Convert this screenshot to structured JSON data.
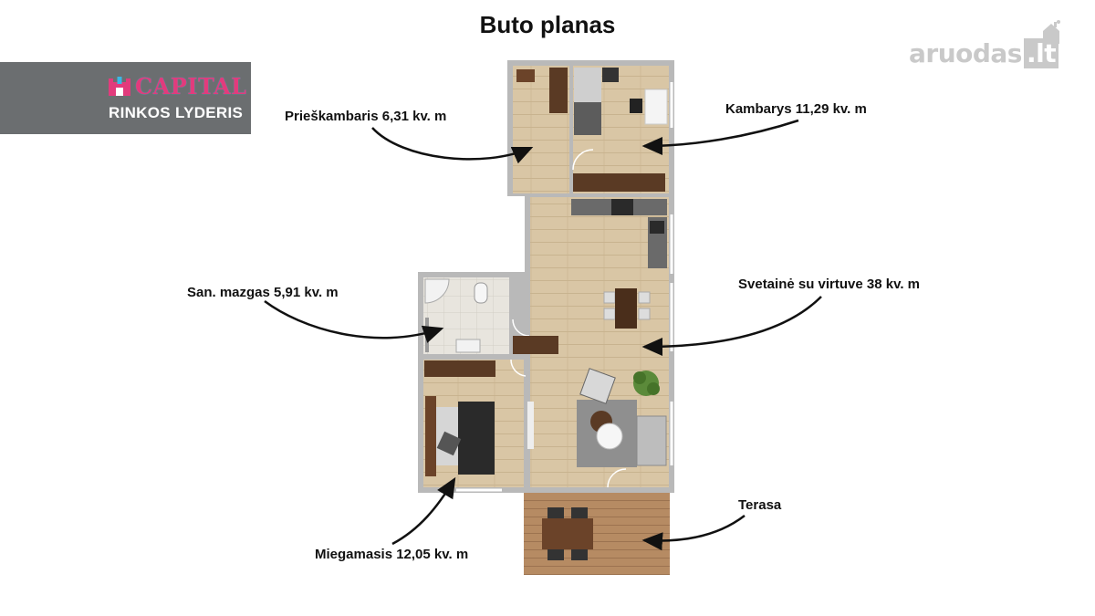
{
  "title": "Buto planas",
  "brand": {
    "name": "CAPITAL",
    "tagline": "RINKOS LYDERIS",
    "accent_color": "#e23b7c",
    "background_color": "#6b6e70"
  },
  "watermark": {
    "text": "aruodas",
    "tld": ".lt"
  },
  "rooms": [
    {
      "id": "hallway",
      "label": "Prieškambaris 6,31 kv. m"
    },
    {
      "id": "room",
      "label": "Kambarys 11,29 kv. m"
    },
    {
      "id": "bathroom",
      "label": "San. mazgas 5,91 kv. m"
    },
    {
      "id": "living",
      "label": "Svetainė su virtuve 38 kv. m"
    },
    {
      "id": "terrace",
      "label": "Terasa"
    },
    {
      "id": "bedroom",
      "label": "Miegamasis 12,05 kv. m"
    }
  ],
  "colors": {
    "floor": "#d8c5a6",
    "tile": "#e6e3dc",
    "wall": "#b4b4b4",
    "deck": "#b58a62",
    "furniture_dark": "#5a3a24"
  }
}
